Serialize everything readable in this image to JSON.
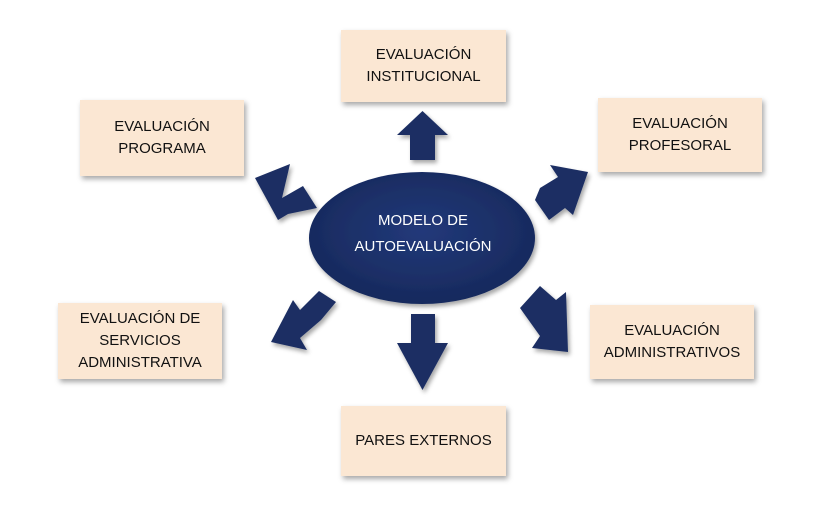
{
  "center": {
    "lines": [
      "MODELO DE",
      "AUTOEVALUACIÓN"
    ]
  },
  "nodes": {
    "institucional": [
      "EVALUACIÓN",
      "INSTITUCIONAL"
    ],
    "programa": [
      "EVALUACIÓN",
      "PROGRAMA"
    ],
    "profesoral": [
      "EVALUACIÓN",
      "PROFESORAL"
    ],
    "servicios": [
      "EVALUACIÓN DE",
      "SERVICIOS",
      "ADMINISTRATIVA"
    ],
    "administrativos": [
      "EVALUACIÓN",
      "ADMINISTRATIVOS"
    ],
    "pares": [
      "PARES EXTERNOS"
    ]
  },
  "colors": {
    "arrow": "#1b2f63",
    "ellipse": "#1b2f63",
    "box_fill": "#fbe7d3",
    "center_text": "#ffffff"
  }
}
